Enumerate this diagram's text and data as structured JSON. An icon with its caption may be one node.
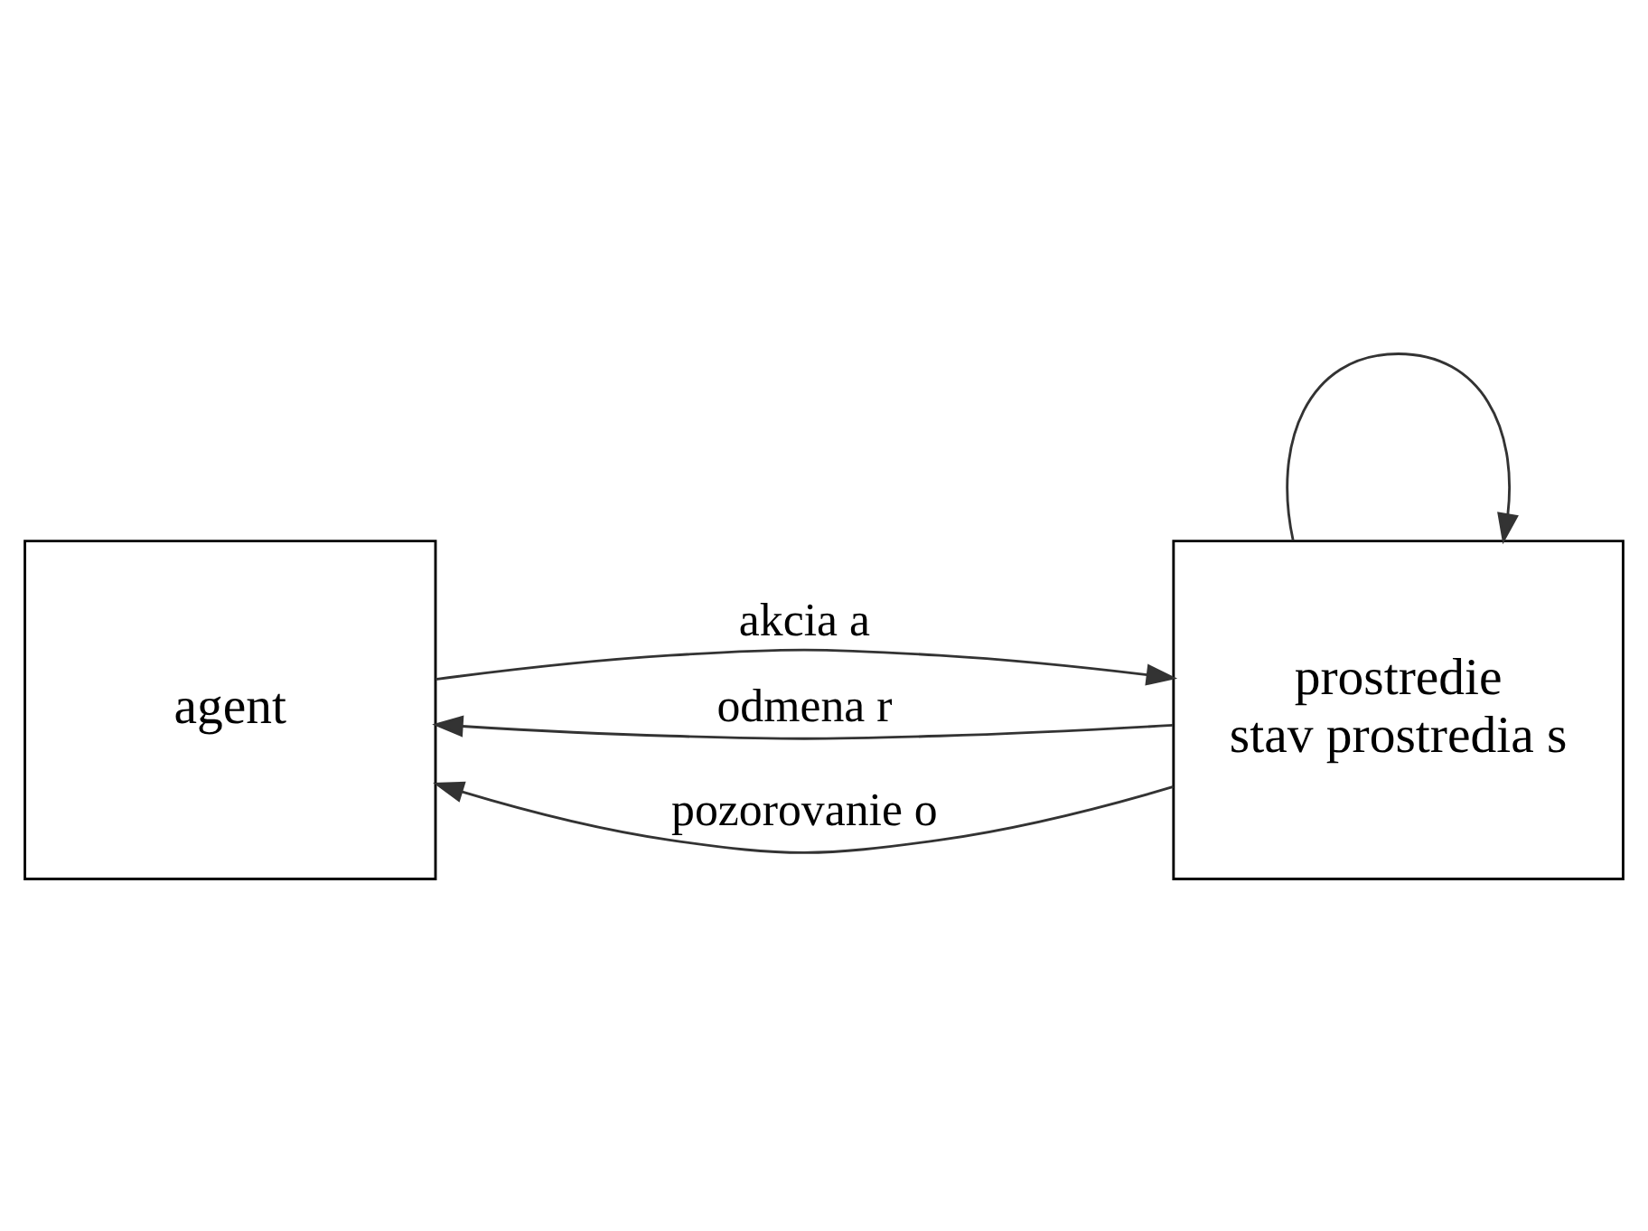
{
  "diagram": {
    "nodes": [
      {
        "text": [
          "agent"
        ]
      },
      {
        "text": [
          "prostredie",
          "stav prostredia s"
        ]
      }
    ],
    "edges": [
      {
        "from": 0,
        "to": 1,
        "arrow": "to",
        "label": "akcia a"
      },
      {
        "from": 1,
        "to": 0,
        "arrow": "to",
        "label": "odmena r"
      },
      {
        "from": 1,
        "to": 0,
        "arrow": "to",
        "label": "pozorovanie o"
      },
      {
        "from": 1,
        "to": 1,
        "arrow": "to"
      }
    ]
  }
}
